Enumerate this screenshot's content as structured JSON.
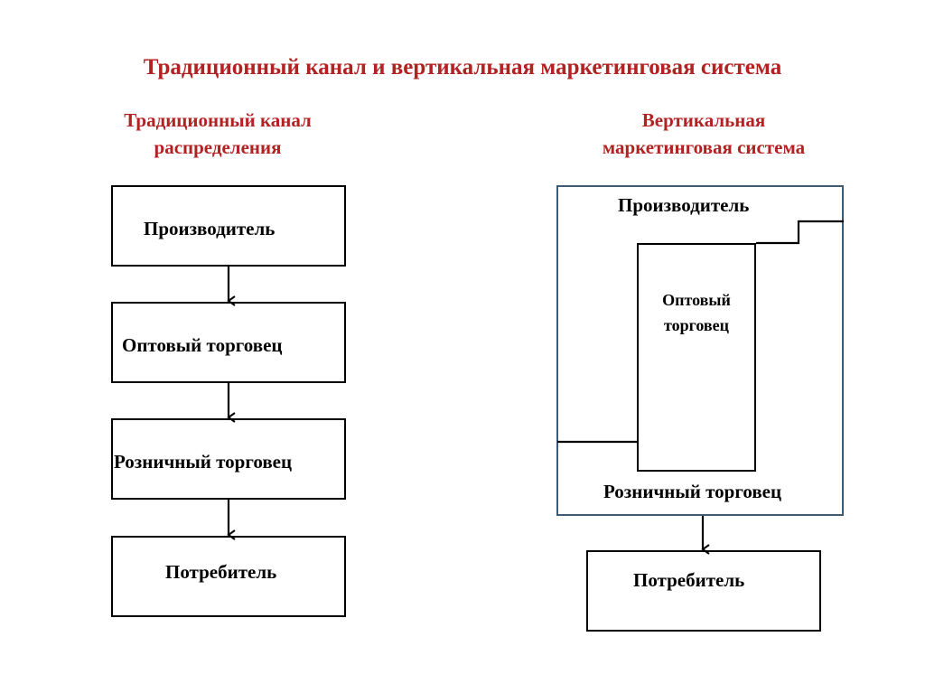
{
  "title": "Традиционный канал и вертикальная маркетинговая система",
  "colors": {
    "heading": "#b22222",
    "vms_frame": "#3f5a73",
    "line": "#000000"
  },
  "traditional": {
    "heading_line1": "Традиционный канал",
    "heading_line2": "распределения",
    "nodes": [
      "Производитель",
      "Оптовый торговец",
      "Розничный торговец",
      "Потребитель"
    ]
  },
  "vms": {
    "heading_line1": "Вертикальная",
    "heading_line2": "маркетинговая система",
    "producer": "Производитель",
    "wholesaler_line1": "Оптовый",
    "wholesaler_line2": "торговец",
    "retailer": "Розничный торговец",
    "consumer": "Потребитель"
  }
}
